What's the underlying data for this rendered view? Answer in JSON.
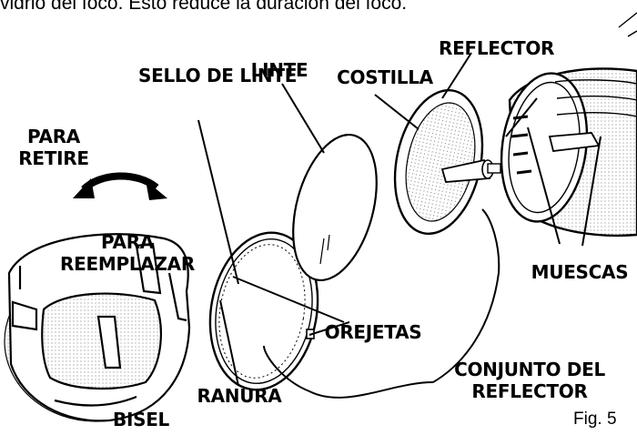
{
  "intro_text": "vidrio del foco. Esto reduce la duración del foco.",
  "figure_label": "Fig. 5",
  "labels": {
    "sello_de_linte": "SELLO DE LINTE",
    "linte": "LINTE",
    "costilla": "COSTILLA",
    "reflector": "REFLECTOR",
    "para_retire": "PARA RETIRE",
    "para_reemplazar": "PARA REEMPLAZAR",
    "muescas": "MUESCAS",
    "orejetas": "OREJETAS",
    "ranura": "RANURA",
    "conjunto_del_reflector": "CONJUNTO DEL REFLECTOR",
    "bisel": "BISEL"
  }
}
